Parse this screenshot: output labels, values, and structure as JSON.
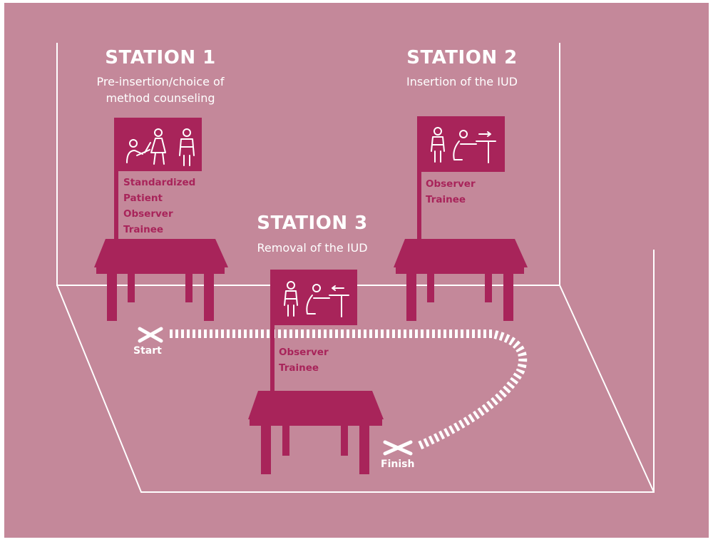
{
  "stations": [
    {
      "title": "STATION 1",
      "subtitle_lines": [
        "Pre-insertion/choice of",
        "method counseling"
      ],
      "roles": [
        "Standardized",
        "Patient",
        "Observer",
        "Trainee"
      ]
    },
    {
      "title": "STATION 2",
      "subtitle_lines": [
        "Insertion of the IUD"
      ],
      "roles": [
        "Observer",
        "Trainee"
      ]
    },
    {
      "title": "STATION 3",
      "subtitle_lines": [
        "Removal of the IUD"
      ],
      "roles": [
        "Observer",
        "Trainee"
      ]
    }
  ],
  "markers": {
    "start": "Start",
    "finish": "Finish"
  },
  "icons": [
    "people-counseling-icon",
    "people-insertion-icon",
    "people-removal-icon",
    "start-x-icon",
    "finish-x-icon"
  ],
  "colors": {
    "background": "#c4889a",
    "furniture": "#a8245a",
    "lines": "#ffffff"
  }
}
